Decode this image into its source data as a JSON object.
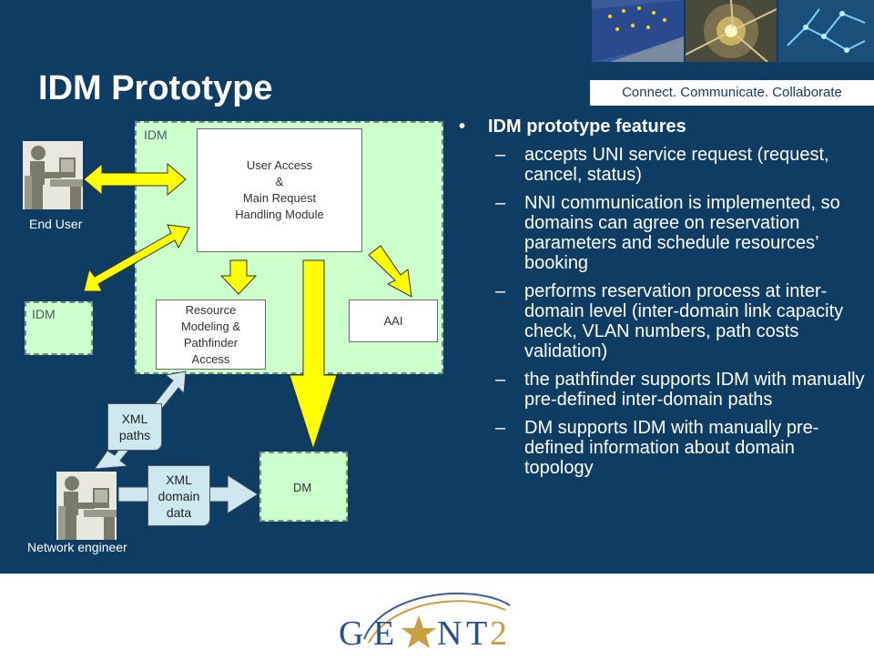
{
  "header": {
    "title": "IDM Prototype",
    "tagline": "Connect. Communicate. Collaborate",
    "photos": [
      "eu-flag-photo",
      "light-photo",
      "network-map-photo"
    ]
  },
  "diagram": {
    "idm_container_label": "IDM",
    "user_access_module": "User Access\n&\nMain Request\nHandling Module",
    "resource_module": "Resource\nModeling &\nPathfinder\nAccess",
    "aai_module": "AAI",
    "remote_idm_label": "IDM",
    "dm_box": "DM",
    "xml_paths": "XML\npaths",
    "xml_domain_data": "XML\ndomain\ndata",
    "end_user_caption": "End User",
    "network_engineer_caption": "Network engineer"
  },
  "bullets": {
    "heading": "IDM prototype features",
    "items": [
      "accepts UNI service request (request, cancel, status)",
      "NNI communication is implemented, so domains can agree on reservation parameters and schedule resources’ booking",
      "performs reservation process at inter-domain level (inter-domain link capacity check, VLAN numbers, path costs validation)",
      "the pathfinder supports IDM with manually pre-defined inter-domain paths",
      "DM supports IDM with manually pre-defined information about domain topology"
    ]
  },
  "footer": {
    "logo_text": "GEANT2"
  },
  "colors": {
    "background": "#0f3c63",
    "green_box": "#ccffcc",
    "arrow_yellow": "#ffff00",
    "logo_blue": "#2c4f8a",
    "logo_gold": "#c8a040"
  }
}
